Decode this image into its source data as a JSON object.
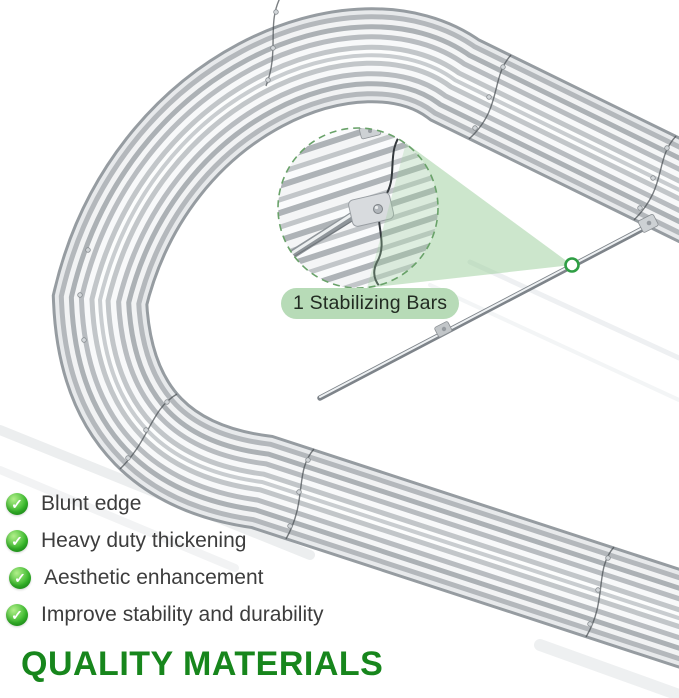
{
  "callout": {
    "badge_label": "1 Stabilizing Bars",
    "magnifier": "detail-view-of-stabilizing-bar-bracket-on-corrugated-panel"
  },
  "checklist": {
    "check_glyph": "✓",
    "items": [
      "Blunt edge",
      "Heavy duty thickening",
      "Aesthetic enhancement",
      "Improve stability and durability"
    ]
  },
  "footer": {
    "title": "QUALITY MATERIALS"
  },
  "colors": {
    "title_green": "#17861c",
    "badge_bg": "#b7dbb7",
    "badge_text": "#222b22",
    "check_green": "#39b92c",
    "cone_green": "rgba(158,208,158,0.52)",
    "marker_green": "#2f9e44",
    "lens_dash_green": "#69a269",
    "metal_light": "#f4f5f6",
    "metal_dark": "#aeb3b7"
  }
}
